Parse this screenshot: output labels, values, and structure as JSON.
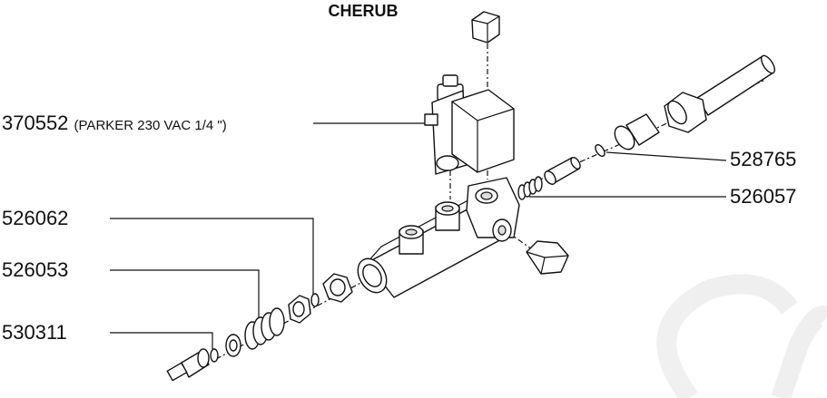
{
  "title": "CHERUB",
  "callouts": [
    {
      "id": "solenoid",
      "number": "370552",
      "detail": "(PARKER 230 VAC 1/4 \")"
    },
    {
      "id": "p528765",
      "number": "528765",
      "detail": ""
    },
    {
      "id": "p526057",
      "number": "526057",
      "detail": ""
    },
    {
      "id": "p526062",
      "number": "526062",
      "detail": ""
    },
    {
      "id": "p526053",
      "number": "526053",
      "detail": ""
    },
    {
      "id": "p530311",
      "number": "530311",
      "detail": ""
    }
  ]
}
